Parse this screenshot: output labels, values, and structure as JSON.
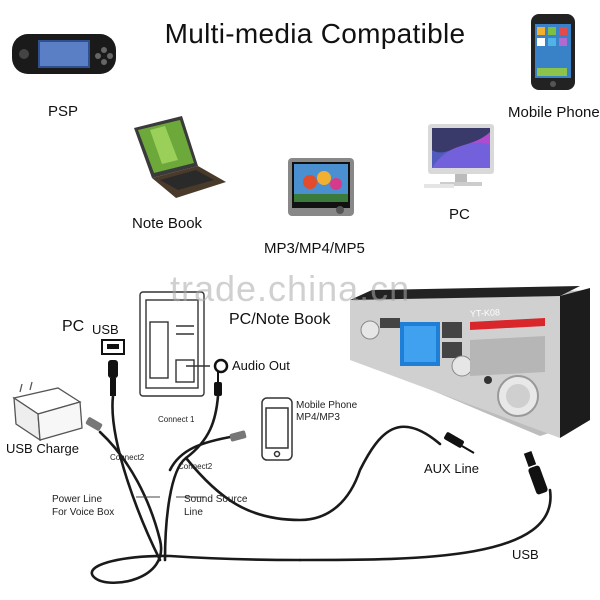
{
  "title": "Multi-media Compatible",
  "devices": {
    "psp": "PSP",
    "mobile_phone": "Mobile Phone",
    "notebook": "Note Book",
    "mp3mp4mp5": "MP3/MP4/MP5",
    "pc": "PC"
  },
  "diagram": {
    "pc": "PC",
    "usb_port": "USB",
    "pc_notebook": "PC/Note Book",
    "audio_out": "Audio Out",
    "usb_charge": "USB Charge",
    "connect1": "Connect 1",
    "connect2_a": "Connect2",
    "connect2_b": "Connect2",
    "mobile_phone_mp4": "Mobile Phone",
    "mobile_phone_mp4_line2": "MP4/MP3",
    "aux_line": "AUX Line",
    "power_line": "Power Line",
    "power_line_2": "For Voice Box",
    "sound_source": "Sound Source",
    "sound_source_2": "Line",
    "usb_cable": "USB",
    "amp_model": "YT-K08"
  },
  "watermark": "trade.china.cn",
  "colors": {
    "amp_panel": "#c9c9c9",
    "amp_display": "#1d7fd6",
    "amp_red": "#d8262b",
    "cable": "#1a1a1a"
  }
}
